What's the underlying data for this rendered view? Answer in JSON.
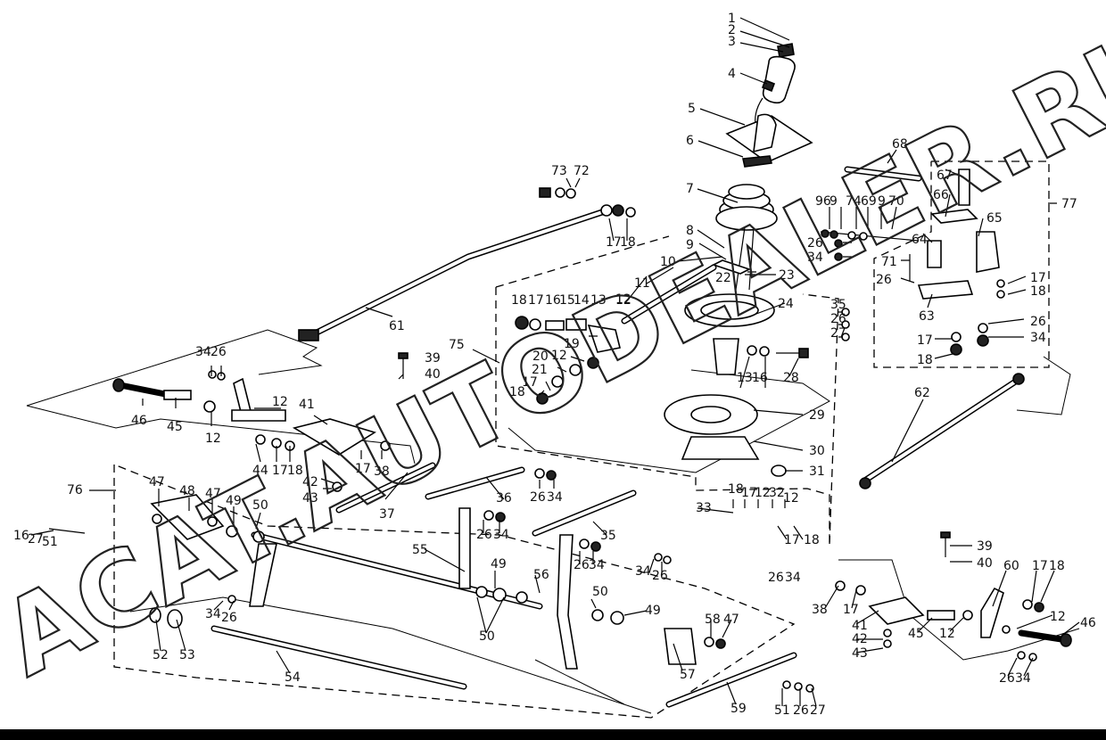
{
  "watermark": {
    "text": "ACAT.AUTODEALER.RU"
  },
  "labels": {
    "l1": "1",
    "l2": "2",
    "l3": "3",
    "l4": "4",
    "l5": "5",
    "l6": "6",
    "l7": "7",
    "l8": "8",
    "l9": "9",
    "l10": "10",
    "l11": "11",
    "l12a": "12",
    "l23": "23",
    "l24": "24",
    "l22": "22",
    "l73": "73",
    "l72": "72",
    "l17a": "17",
    "l18a": "18",
    "l61": "61",
    "l18b": "18",
    "l17b": "17",
    "l16a": "16",
    "l15a": "15",
    "l14a": "14",
    "l13a": "13",
    "l12b": "12",
    "l75": "75",
    "l19": "19",
    "l20": "20",
    "l12c": "12",
    "l21": "21",
    "l17c": "17",
    "l18c": "18",
    "l35a": "35",
    "l26a": "26",
    "l27a": "27",
    "l13b": "13",
    "l16b": "16",
    "l28": "28",
    "l29": "29",
    "l30": "30",
    "l31": "31",
    "l34a": "34",
    "l26b": "26",
    "l39a": "39",
    "l40a": "40",
    "l46a": "46",
    "l45a": "45",
    "l12d": "12",
    "l12e": "12",
    "l41a": "41",
    "l44": "44",
    "l17d": "17",
    "l18d": "18",
    "l17e": "17",
    "l38a": "38",
    "l42a": "42",
    "l43a": "43",
    "l36": "36",
    "l26c": "26",
    "l34b": "34",
    "l37": "37",
    "l76": "76",
    "l47a": "47",
    "l48": "48",
    "l47b": "47",
    "l49a": "49",
    "l50a": "50",
    "l16c": "16",
    "l27b": "27",
    "l51a": "51",
    "l55": "55",
    "l26d": "26",
    "l34c": "34",
    "l35b": "35",
    "l26e": "26",
    "l34d": "34",
    "l33": "33",
    "l18e": "18",
    "l17f": "17",
    "l12f": "12",
    "l32": "32",
    "l12g": "12",
    "l17g": "17",
    "l18f": "18",
    "l26f": "26",
    "l34e": "34",
    "l49b": "49",
    "l56": "56",
    "l50b": "50",
    "l34f": "34",
    "l26g": "26",
    "l50c": "50",
    "l49c": "49",
    "l34g": "34",
    "l26h": "26",
    "l52": "52",
    "l53": "53",
    "l54": "54",
    "l58": "58",
    "l47c": "47",
    "l57": "57",
    "l59": "59",
    "l51b": "51",
    "l26i": "26",
    "l27c": "27",
    "l96": "96",
    "l9a": "9",
    "l74": "74",
    "l69": "69",
    "l9b": "9",
    "l70": "70",
    "l68": "68",
    "l26j": "26",
    "l34h": "34",
    "l71": "71",
    "l26k": "26",
    "l67": "67",
    "l66": "66",
    "l64": "64",
    "l65": "65",
    "l77": "77",
    "l63": "63",
    "l17h": "17",
    "l18g": "18",
    "l26l": "26",
    "l17i": "17",
    "l34i": "34",
    "l18h": "18",
    "l62": "62",
    "l39b": "39",
    "l40b": "40",
    "l38b": "38",
    "l60": "60",
    "l17j": "17",
    "l18i": "18",
    "l17k": "17",
    "l41b": "41",
    "l42b": "42",
    "l43b": "43",
    "l45b": "45",
    "l12h": "12",
    "l12i": "12",
    "l46b": "46",
    "l26m": "26",
    "l34j": "34"
  }
}
